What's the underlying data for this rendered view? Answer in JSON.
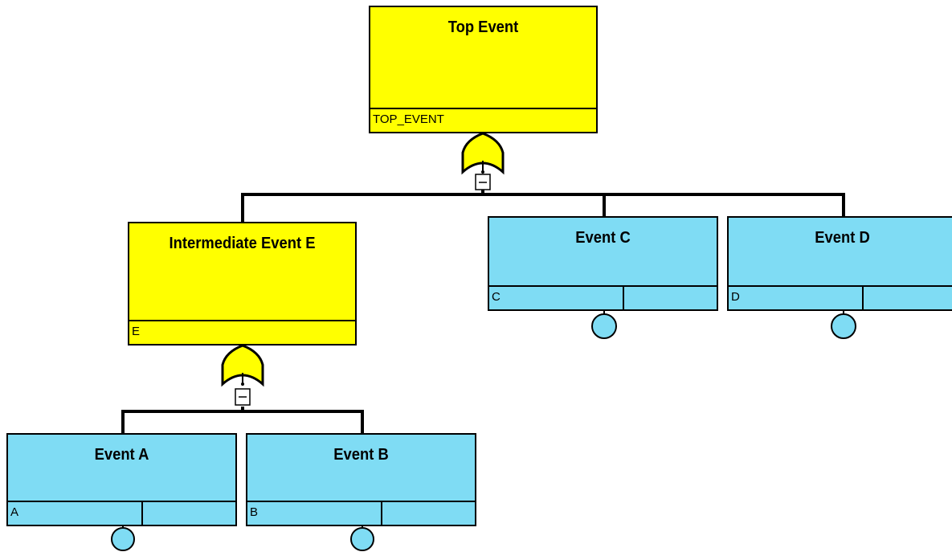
{
  "top_event": {
    "title": "Top Event",
    "id": "TOP_EVENT",
    "gate": "OR"
  },
  "intermediate_event": {
    "title": "Intermediate Event E",
    "id": "E",
    "gate": "OR"
  },
  "basic_events": {
    "a": {
      "title": "Event A",
      "id": "A"
    },
    "b": {
      "title": "Event B",
      "id": "B"
    },
    "c": {
      "title": "Event C",
      "id": "C"
    },
    "d": {
      "title": "Event D",
      "id": "D"
    }
  },
  "collapse_symbol": "−",
  "colors": {
    "gate_event_fill": "#ffff00",
    "basic_event_fill": "#7fdcf4",
    "gate_fill": "#ffff00",
    "basic_circle_fill": "#7fdcf4",
    "line": "#000000"
  }
}
